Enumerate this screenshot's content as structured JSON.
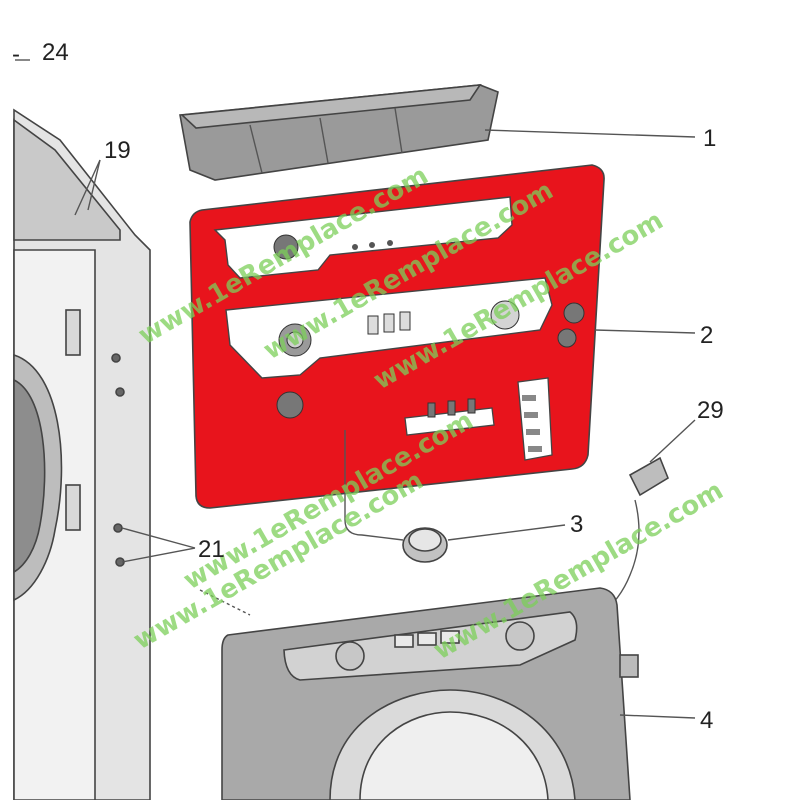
{
  "callouts": {
    "c24": "24",
    "c19": "19",
    "c1": "1",
    "c2": "2",
    "c29": "29",
    "c3": "3",
    "c21": "21",
    "c4": "4",
    "dash24": "-"
  },
  "watermark": {
    "text": "www.1eRemplace.com",
    "color": "#7ccf5a"
  },
  "colors": {
    "highlight_panel": "#e8141c",
    "part_gray": "#9a9a9a",
    "light_gray": "#d4d4d4"
  }
}
